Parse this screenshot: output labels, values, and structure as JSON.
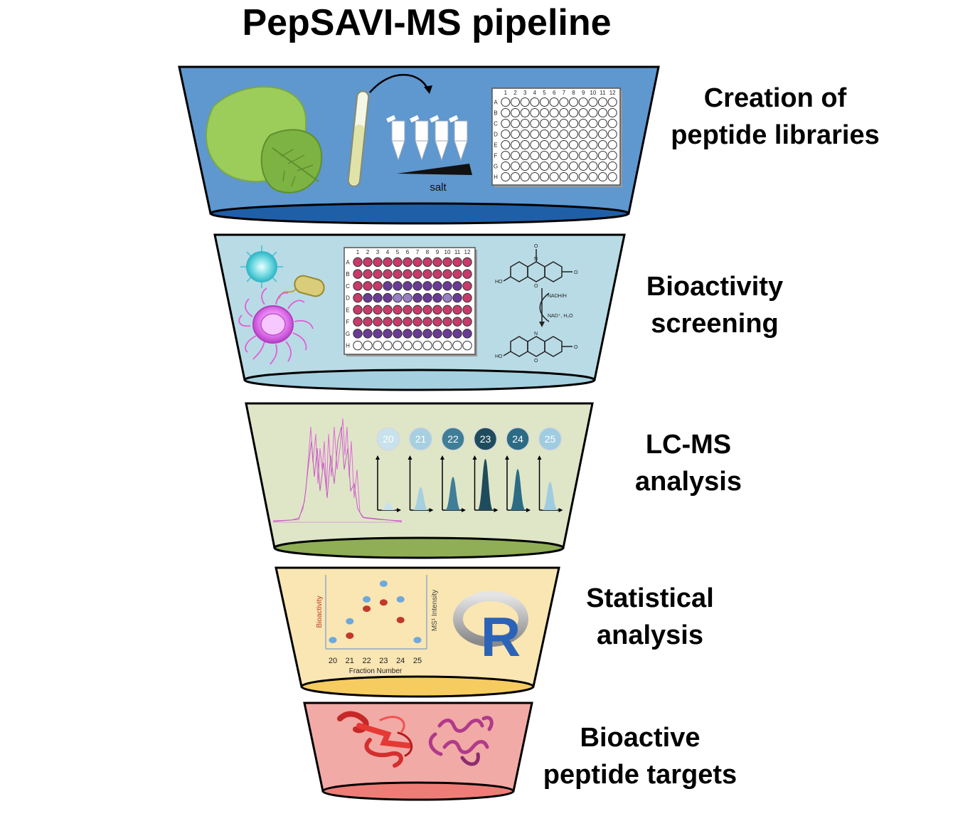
{
  "title": "PepSAVI-MS pipeline",
  "stages": [
    {
      "label_line1": "Creation of",
      "label_line2": "peptide libraries",
      "fill": "#5f97cf",
      "rim": "#1f5fa8"
    },
    {
      "label_line1": "Bioactivity",
      "label_line2": "screening",
      "fill": "#b9dbe6",
      "rim": "#a4d0df"
    },
    {
      "label_line1": "LC-MS",
      "label_line2": "analysis",
      "fill": "#dfe6c8",
      "rim": "#8fae55"
    },
    {
      "label_line1": "Statistical",
      "label_line2": "analysis",
      "fill": "#f9e6b3",
      "rim": "#f6cc60"
    },
    {
      "label_line1": "Bioactive",
      "label_line2": "peptide targets",
      "fill": "#f1aaa6",
      "rim": "#ee7d78"
    }
  ],
  "panel1": {
    "salt_label": "salt",
    "plate_columns": [
      "1",
      "2",
      "3",
      "4",
      "5",
      "6",
      "7",
      "8",
      "9",
      "10",
      "11",
      "12"
    ],
    "plate_rows": [
      "A",
      "B",
      "C",
      "D",
      "E",
      "F",
      "G",
      "H"
    ]
  },
  "panel2": {
    "plate_columns": [
      "1",
      "2",
      "3",
      "4",
      "5",
      "6",
      "7",
      "8",
      "9",
      "10",
      "11",
      "12"
    ],
    "plate_rows": [
      "A",
      "B",
      "C",
      "D",
      "E",
      "F",
      "G",
      "H"
    ],
    "reagent_top": "NADH/H",
    "reagent_bottom": "NAD⁺, H₂O",
    "ho_label": "HO",
    "o_label": "O",
    "n_label": "N"
  },
  "panel3": {
    "fractions": [
      "20",
      "21",
      "22",
      "23",
      "24",
      "25"
    ],
    "fraction_colors": [
      "#c7e2ec",
      "#a6cfdf",
      "#3f7e96",
      "#1e4c5c",
      "#2b6c84",
      "#9fcce0"
    ],
    "peak_heights": [
      0.15,
      0.45,
      0.65,
      1.0,
      0.8,
      0.55
    ]
  },
  "panel4": {
    "y_left_label": "Bioactivity",
    "y_right_label": "MS¹ Intensity",
    "x_label": "Fraction Number",
    "x_ticks": [
      "20",
      "21",
      "22",
      "23",
      "24",
      "25"
    ],
    "logo_letter": "R",
    "chart_data": {
      "type": "scatter",
      "x": [
        20,
        21,
        22,
        23,
        24,
        25
      ],
      "series": [
        {
          "values": [
            0.05,
            0.35,
            0.7,
            0.95,
            0.7,
            0.05
          ],
          "color": "#6fa8dc"
        },
        {
          "values": [
            null,
            0.12,
            0.55,
            0.65,
            0.37,
            null
          ],
          "color": "#c0392b"
        }
      ]
    }
  }
}
